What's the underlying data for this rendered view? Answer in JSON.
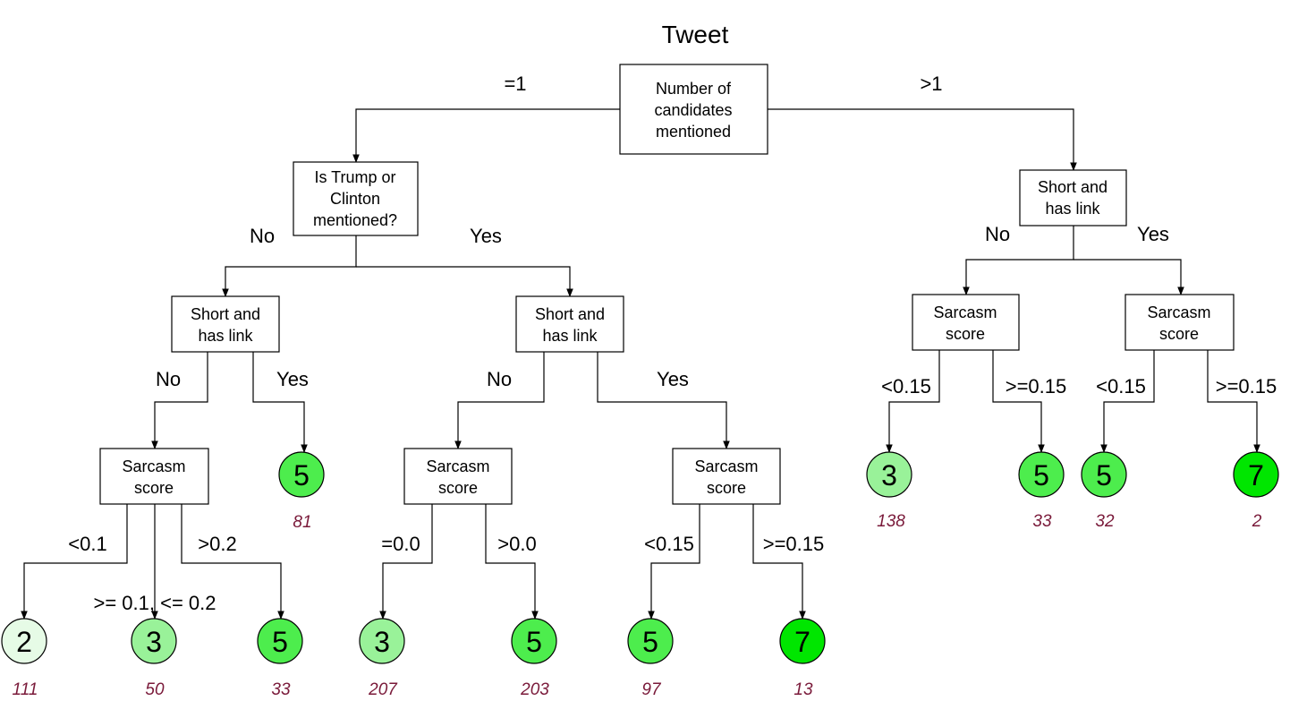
{
  "title": "Tweet",
  "colors": {
    "leaf_2": "#e6fbe6",
    "leaf_3": "#99f299",
    "leaf_5": "#4ded4d",
    "leaf_7": "#00e600",
    "count_text": "#7a1a3a"
  },
  "nodes": {
    "root": [
      "Number of",
      "candidates",
      "mentioned"
    ],
    "trump_clinton": [
      "Is Trump or",
      "Clinton",
      "mentioned?"
    ],
    "short_link_right": [
      "Short and",
      "has link"
    ],
    "short_link_left_no": [
      "Short and",
      "has link"
    ],
    "short_link_left_yes": [
      "Short and",
      "has link"
    ],
    "sarcasm_a": [
      "Sarcasm",
      "score"
    ],
    "sarcasm_b": [
      "Sarcasm",
      "score"
    ],
    "sarcasm_c": [
      "Sarcasm",
      "score"
    ],
    "sarcasm_r_no": [
      "Sarcasm",
      "score"
    ],
    "sarcasm_r_yes": [
      "Sarcasm",
      "score"
    ]
  },
  "edge_labels": {
    "root_left": "=1",
    "root_right": ">1",
    "tc_no": "No",
    "tc_yes": "Yes",
    "r_no": "No",
    "r_yes": "Yes",
    "sl1_no": "No",
    "sl1_yes": "Yes",
    "sl2_no": "No",
    "sl2_yes": "Yes",
    "sa_lt": "<0.1",
    "sa_mid": ">= 0.1, <= 0.2",
    "sa_gt": ">0.2",
    "sb_eq": "=0.0",
    "sb_gt": ">0.0",
    "sc_lt": "<0.15",
    "sc_ge": ">=0.15",
    "srn_lt": "<0.15",
    "srn_ge": ">=0.15",
    "sry_lt": "<0.15",
    "sry_ge": ">=0.15"
  },
  "leaves": {
    "l1": {
      "value": "5",
      "count": "81"
    },
    "l2": {
      "value": "2",
      "count": "111"
    },
    "l3": {
      "value": "3",
      "count": "50"
    },
    "l4": {
      "value": "5",
      "count": "33"
    },
    "l5": {
      "value": "3",
      "count": "207"
    },
    "l6": {
      "value": "5",
      "count": "203"
    },
    "l7": {
      "value": "5",
      "count": "97"
    },
    "l8": {
      "value": "7",
      "count": "13"
    },
    "r1": {
      "value": "3",
      "count": "138"
    },
    "r2": {
      "value": "5",
      "count": "33"
    },
    "r3": {
      "value": "5",
      "count": "32"
    },
    "r4": {
      "value": "7",
      "count": "2"
    }
  }
}
